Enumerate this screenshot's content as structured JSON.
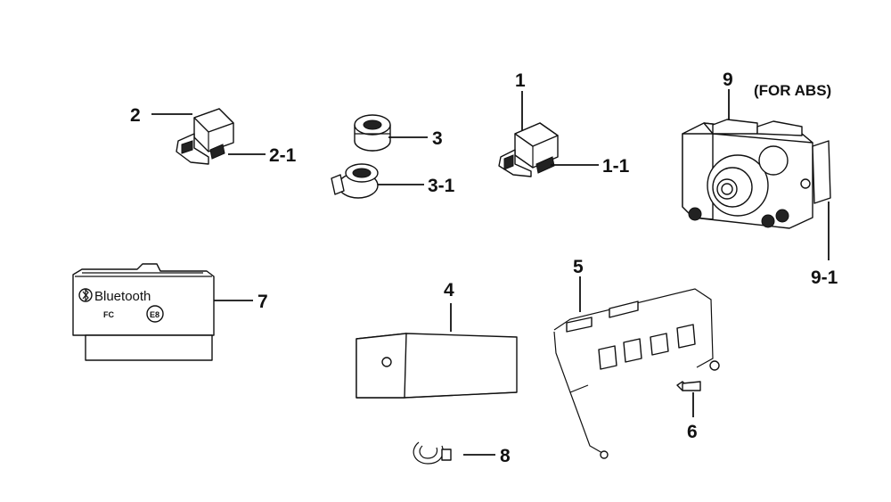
{
  "callouts": {
    "c1": "1",
    "c1_1": "1-1",
    "c2": "2",
    "c2_1": "2-1",
    "c3": "3",
    "c3_1": "3-1",
    "c4": "4",
    "c5": "5",
    "c6": "6",
    "c7": "7",
    "c8": "8",
    "c9": "9",
    "c9_1": "9-1"
  },
  "abs_note": "(FOR ABS)",
  "bluetooth_module": {
    "brand_text": "Bluetooth",
    "fcc_mark": "FC",
    "e_mark": "E8"
  }
}
